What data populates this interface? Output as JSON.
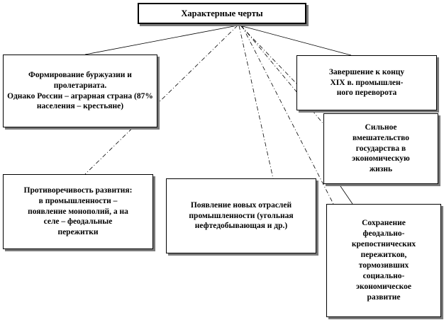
{
  "diagram": {
    "title": "Характерные черты",
    "features": {
      "bourgeoisie": "Формирование буржуазии и пролетариата.\nОднако России – аграрная страна (87% населения – крестьяне)",
      "completion": "Завершение к концу\nXIX в. промышлен-\nного переворота",
      "state_intervention": "Сильное\nвмешательство\nгосударства в\nэкономическую\nжизнь",
      "contradictions": "Противоречивость развития:\nв промышленности –\nпоявление монополий, а на\nселе – феодальные\nпережитки",
      "new_industries": "Появление новых отраслей\nпромышленности (угольная\nнефтедобывающая  и др.)",
      "feudal_remnants": "Сохранение\nфеодально-\nкрепостнических\nпережитков,\nтормозивших\nсоциально-\nэкономическое\nразвитие"
    }
  }
}
